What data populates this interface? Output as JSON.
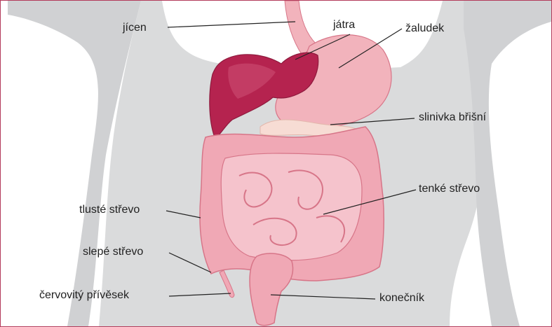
{
  "labels": {
    "jicen": "jícen",
    "jatra": "játra",
    "zaludek": "žaludek",
    "slinivka": "slinivka břišní",
    "tenke_strevo": "tenké střevo",
    "tluste_strevo": "tlusté střevo",
    "slepe_strevo": "slepé střevo",
    "cervovity_privesek": "červovitý přívěsek",
    "konecnik": "konečník"
  },
  "colors": {
    "body_silhouette": "#dadbdc",
    "liver": "#b5234f",
    "liver_highlight": "#c9476d",
    "stomach": "#f2b3bc",
    "pancreas": "#f7dcd4",
    "intestine": "#f0a8b5",
    "intestine_outline": "#d77588",
    "leader_line": "#222222",
    "frame_border": "#b33a5a"
  }
}
